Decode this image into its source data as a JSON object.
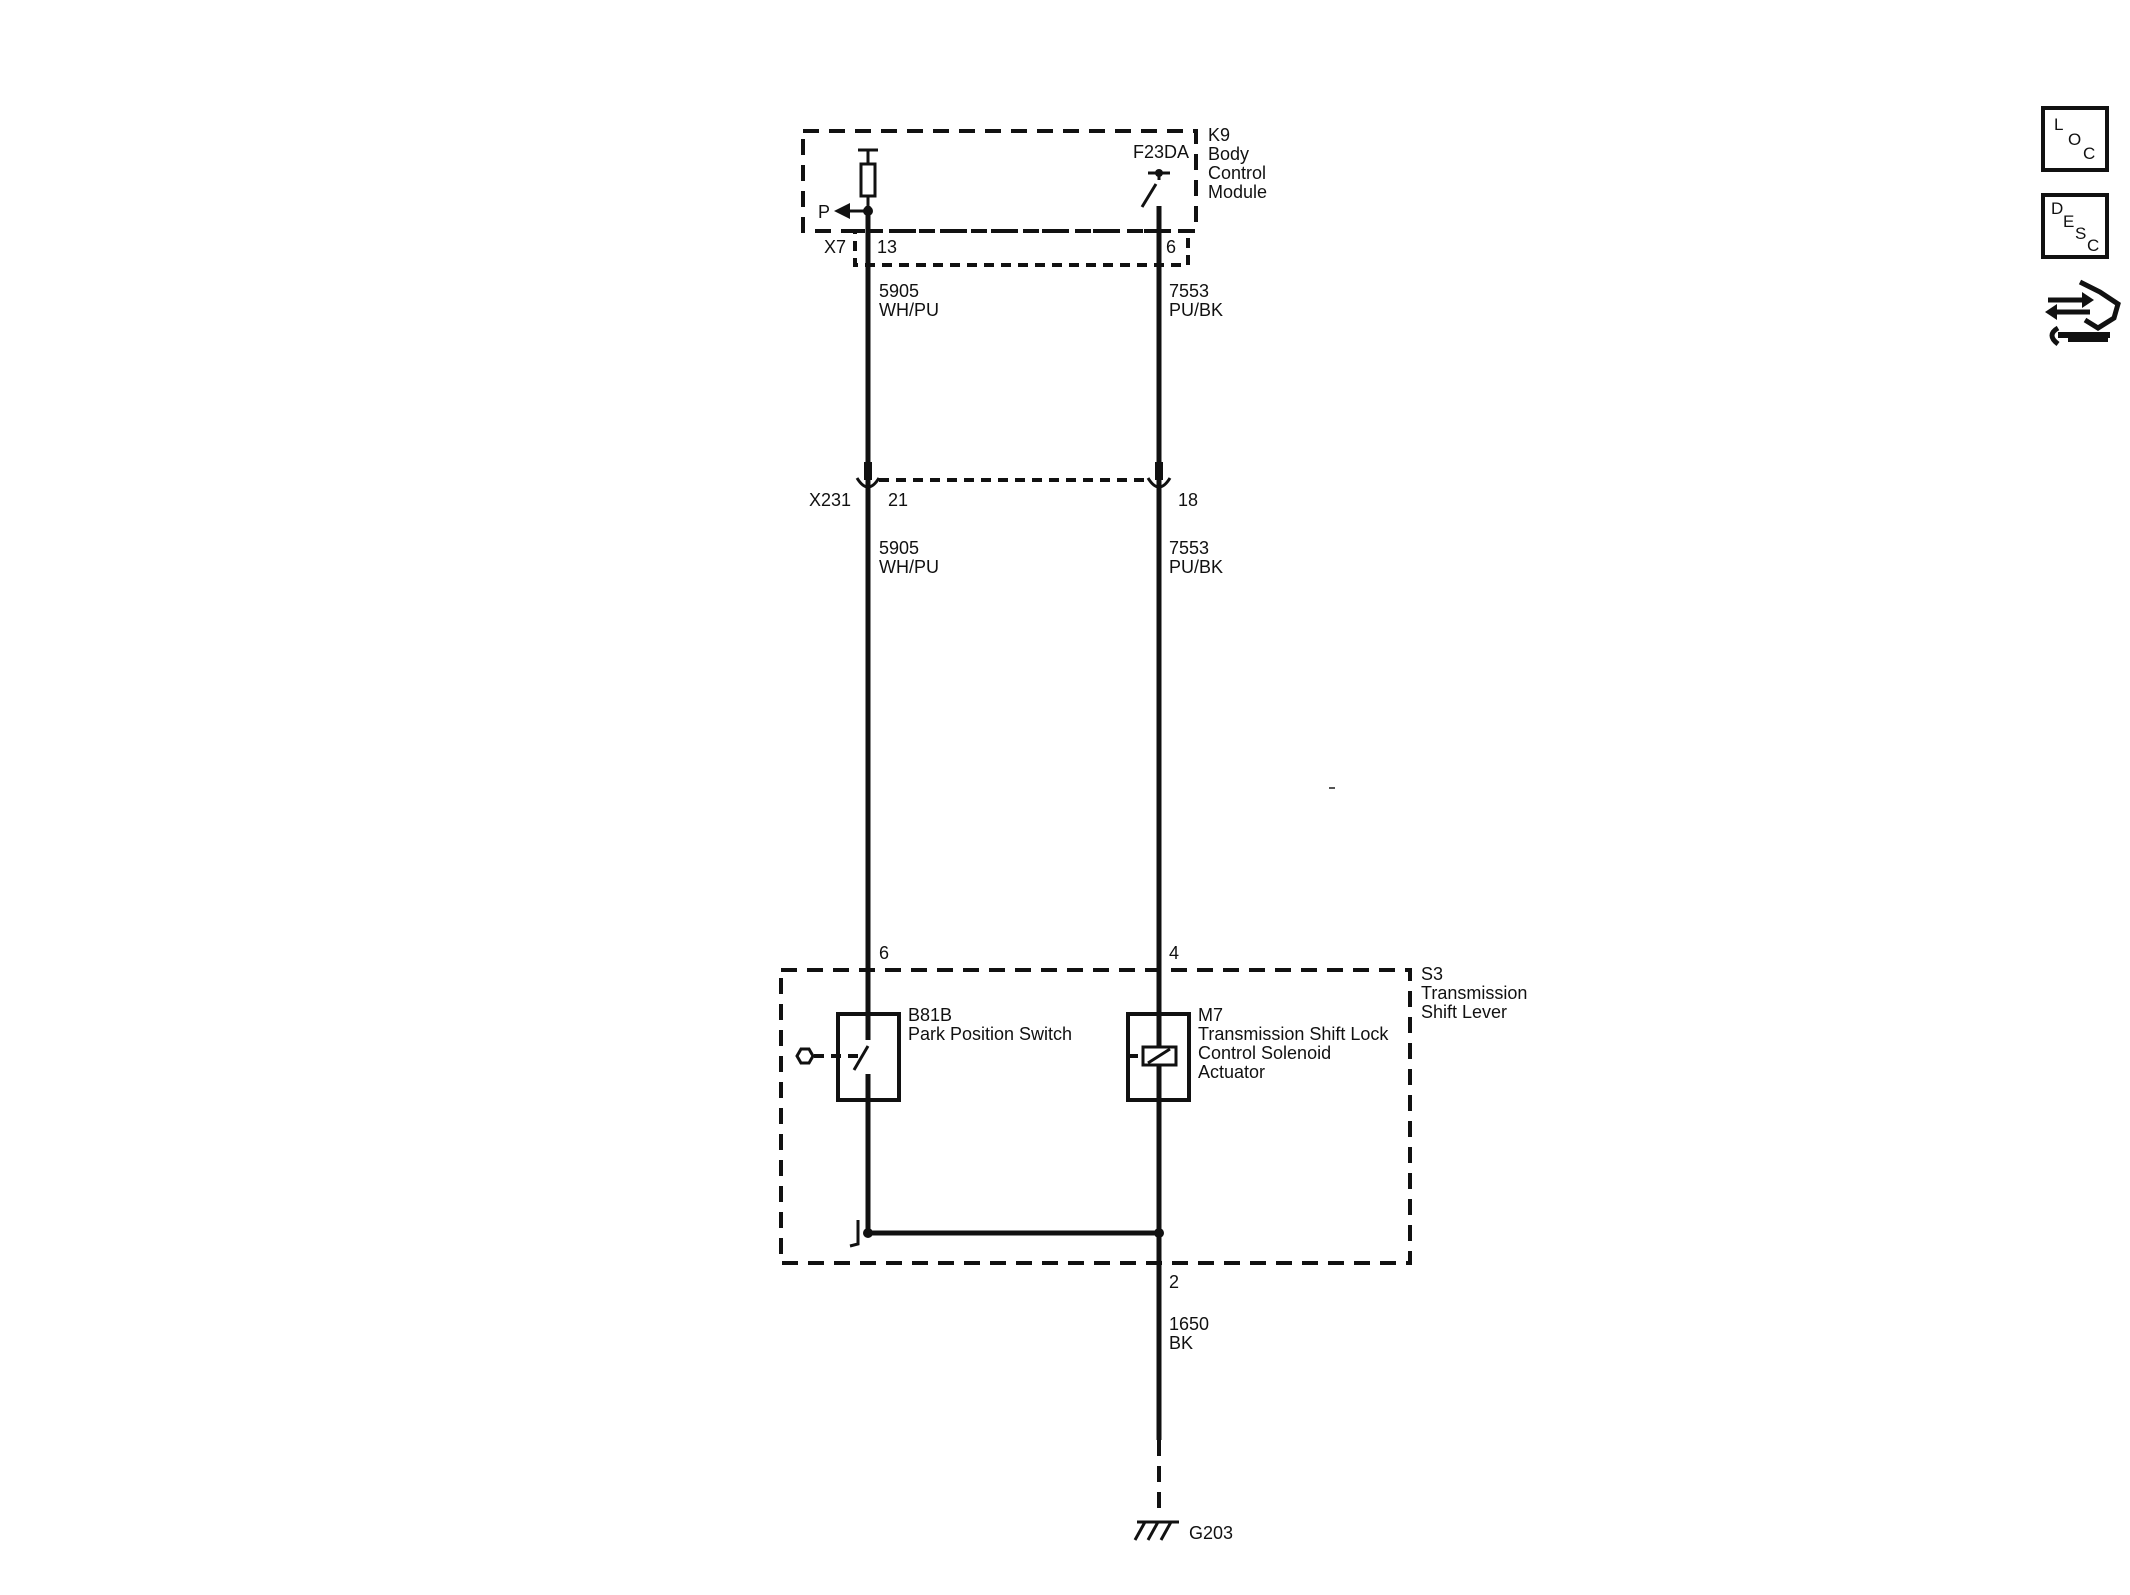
{
  "body_control_module": {
    "ref": "K9",
    "name_line1": "Body",
    "name_line2": "Control",
    "name_line3": "Module"
  },
  "bcm_connector": {
    "ref": "X7",
    "pin_left": "13",
    "pin_right": "6"
  },
  "fuse": {
    "ref": "F23DA"
  },
  "p_marker": "P",
  "wire_upper_left": {
    "circuit": "5905",
    "color": "WH/PU"
  },
  "wire_upper_right": {
    "circuit": "7553",
    "color": "PU/BK"
  },
  "inline_connector": {
    "ref": "X231",
    "pin_left": "21",
    "pin_right": "18"
  },
  "wire_lower_left": {
    "circuit": "5905",
    "color": "WH/PU"
  },
  "wire_lower_right": {
    "circuit": "7553",
    "color": "PU/BK"
  },
  "shift_lever": {
    "pin_left": "6",
    "pin_right": "4",
    "pin_bottom": "2",
    "ref": "S3",
    "name_line1": "Transmission",
    "name_line2": "Shift Lever"
  },
  "park_switch": {
    "ref": "B81B",
    "name": "Park Position Switch"
  },
  "solenoid": {
    "ref": "M7",
    "name_line1": "Transmission Shift Lock",
    "name_line2": "Control Solenoid",
    "name_line3": "Actuator"
  },
  "ground_wire": {
    "circuit": "1650",
    "color": "BK"
  },
  "ground": {
    "ref": "G203"
  },
  "side_buttons": {
    "loc": {
      "letters": [
        "L",
        "O",
        "C"
      ]
    },
    "desc": {
      "letters": [
        "D",
        "E",
        "S",
        "C"
      ]
    },
    "nav_icon": "arrows-wrench-icon"
  }
}
